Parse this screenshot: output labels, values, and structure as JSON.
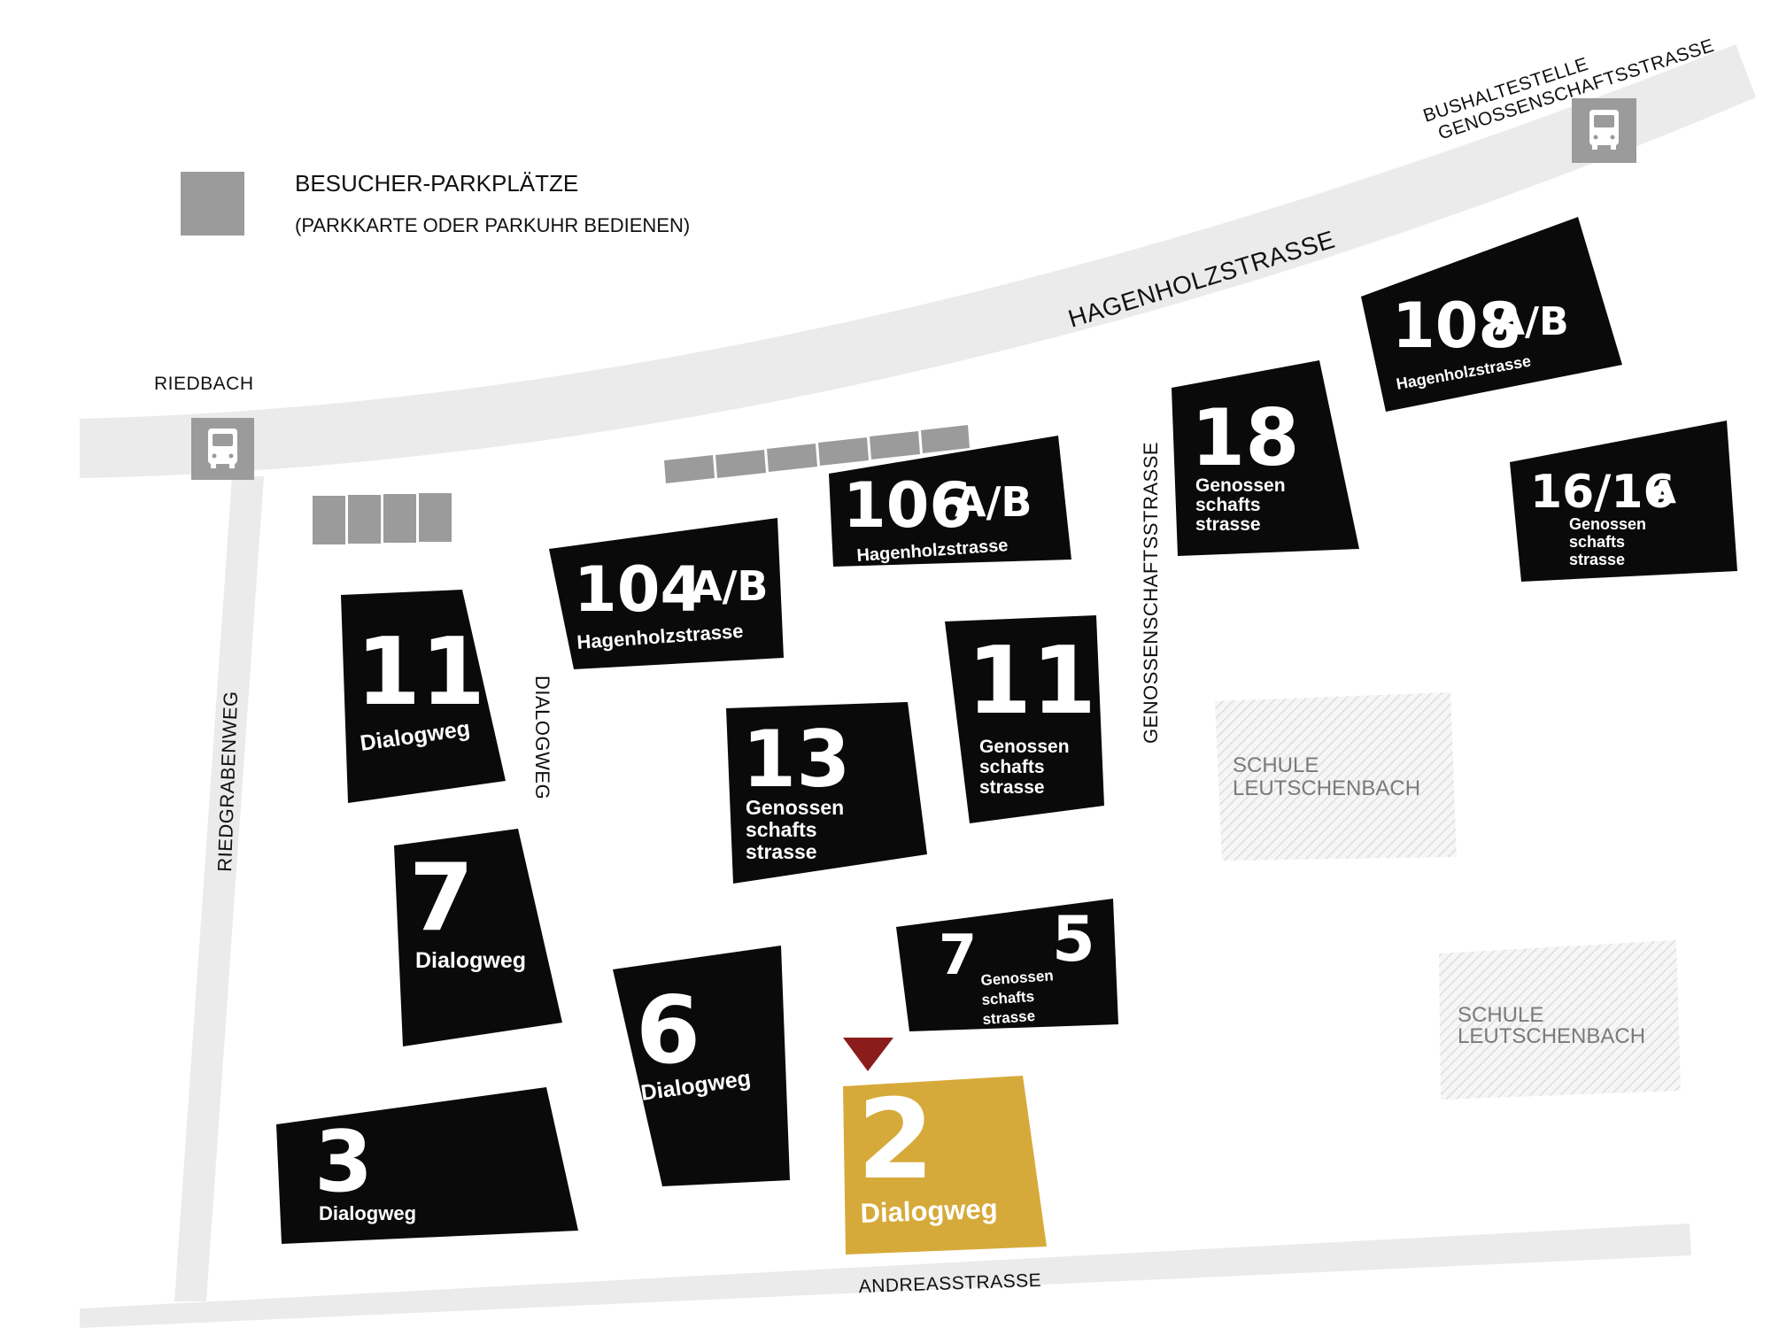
{
  "legend": {
    "title": "BESUCHER-PARKPLÄTZE",
    "subtitle": "(PARKKARTE ODER PARKUHR BEDIENEN)",
    "swatch_color": "#9b9b9b"
  },
  "streets": {
    "hagenholz": "HAGENHOLZSTRASSE",
    "genossenschafts": "GENOSSENSCHAFTSSTRASSE",
    "dialogweg": "DIALOGWEG",
    "riedgrabenweg": "RIEDGRABENWEG",
    "andreas": "ANDREASSTRASSE",
    "riedbach": "RIEDBACH"
  },
  "bus_stop": {
    "line1": "BUSHALTESTELLE",
    "line2": "GENOSSENSCHAFTSSTRASSE",
    "icon": "bus-icon"
  },
  "buildings": {
    "b104": {
      "num": "104",
      "suffix": "A/B",
      "street": "Hagenholzstrasse"
    },
    "b106": {
      "num": "106",
      "suffix": "A/B",
      "street": "Hagenholzstrasse"
    },
    "b108": {
      "num": "108",
      "suffix": "A/B",
      "street": "Hagenholzstrasse"
    },
    "b18": {
      "num": "18",
      "l1": "Genossen",
      "l2": "schafts",
      "l3": "strasse"
    },
    "b16": {
      "num": "16/16",
      "suffix": "A",
      "l1": "Genossen",
      "l2": "schafts",
      "l3": "strasse"
    },
    "b11d": {
      "num": "11",
      "street": "Dialogweg"
    },
    "b11g": {
      "num": "11",
      "l1": "Genossen",
      "l2": "schafts",
      "l3": "strasse"
    },
    "b13": {
      "num": "13",
      "l1": "Genossen",
      "l2": "schafts",
      "l3": "strasse"
    },
    "b7d": {
      "num": "7",
      "street": "Dialogweg"
    },
    "b75": {
      "num_a": "7",
      "num_b": "5",
      "l1": "Genossen",
      "l2": "schafts",
      "l3": "strasse"
    },
    "b6": {
      "num": "6",
      "street": "Dialogweg"
    },
    "b3": {
      "num": "3",
      "street": "Dialogweg"
    },
    "b2": {
      "num": "2",
      "street": "Dialogweg"
    }
  },
  "schools": {
    "s1": {
      "l1": "SCHULE",
      "l2": "LEUTSCHENBACH"
    },
    "s2": {
      "l1": "SCHULE",
      "l2": "LEUTSCHENBACH"
    }
  },
  "colors": {
    "building": "#0a0a0a",
    "highlight": "#d6aa3a",
    "marker": "#8b1c1c",
    "road": "#ebebeb",
    "parking": "#9b9b9b"
  }
}
